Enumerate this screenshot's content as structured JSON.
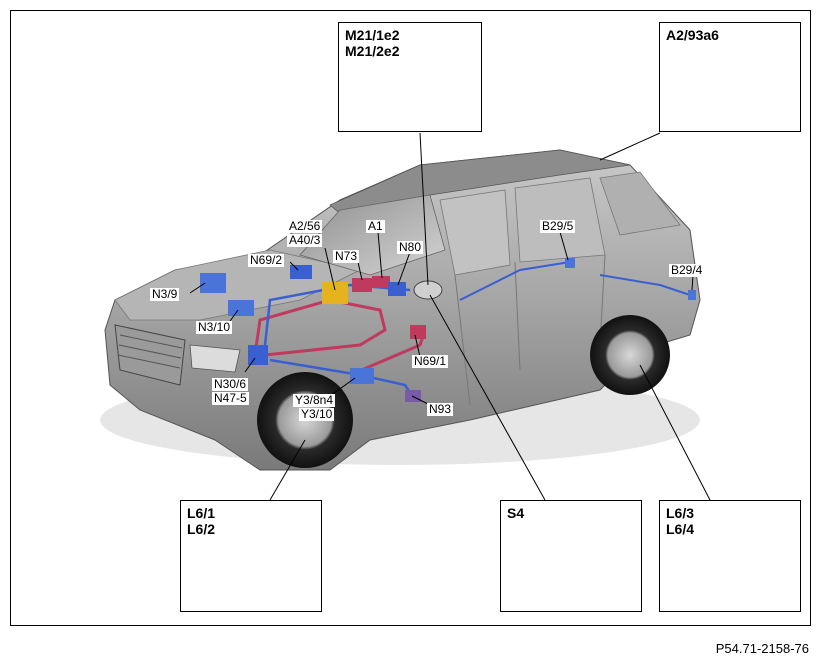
{
  "reference": "P54.71-2158-76",
  "boxes": {
    "mirror": {
      "line1": "M21/1e2",
      "line2": "M21/2e2"
    },
    "roof": {
      "line1": "A2/93a6"
    },
    "front_level": {
      "line1": "L6/1",
      "line2": "L6/2"
    },
    "switch": {
      "line1": "S4"
    },
    "rear_level": {
      "line1": "L6/3",
      "line2": "L6/4"
    }
  },
  "labels": {
    "a2_56": "A2/56",
    "a40_3": "A40/3",
    "a1": "A1",
    "n69_2": "N69/2",
    "n73": "N73",
    "n80": "N80",
    "b29_5": "B29/5",
    "b29_4": "B29/4",
    "n3_9": "N3/9",
    "n3_10": "N3/10",
    "n30_6": "N30/6",
    "n47_5": "N47-5",
    "y3_8n4": "Y3/8n4",
    "y3_10": "Y3/10",
    "n69_1": "N69/1",
    "n93": "N93"
  }
}
